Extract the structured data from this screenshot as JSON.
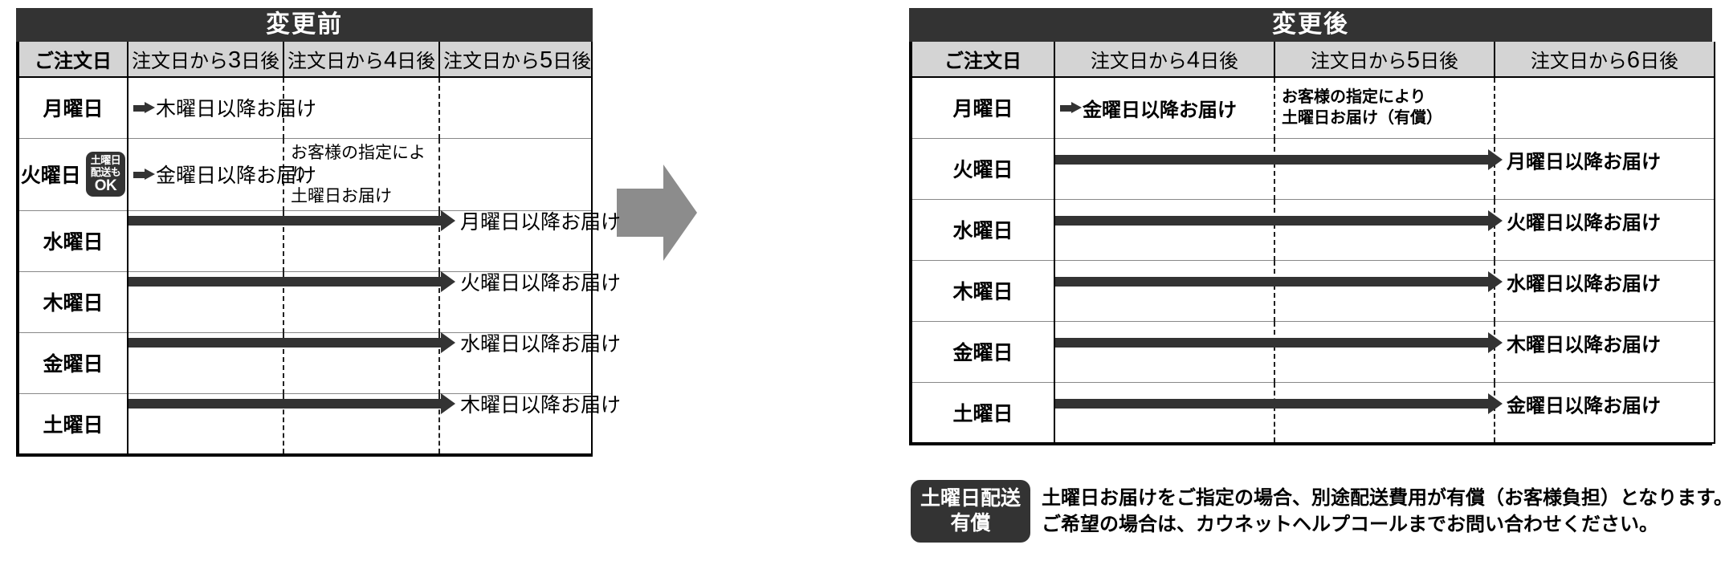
{
  "before": {
    "title": "変更前",
    "columns": [
      "ご注文日",
      "注文日から3日後",
      "注文日から4日後",
      "注文日から5日後"
    ],
    "col_prefix": "注文日から",
    "col_suffix": "日後",
    "col_nums": [
      "3",
      "4",
      "5"
    ],
    "rows": [
      {
        "day": "月曜日",
        "badge": null,
        "d3_arrow": true,
        "d3_text": "木曜日以降お届け",
        "d4_text": "",
        "d5_text": "",
        "span_arrow": false,
        "span_label": ""
      },
      {
        "day": "火曜日",
        "badge": {
          "line1": "土曜日",
          "line2": "配送も",
          "line3": "OK"
        },
        "d3_arrow": true,
        "d3_text": "金曜日以降お届け",
        "d4_text": "お客様の指定により\n土曜日お届け",
        "d5_text": "",
        "span_arrow": false,
        "span_label": ""
      },
      {
        "day": "水曜日",
        "badge": null,
        "d3_arrow": false,
        "d3_text": "",
        "d4_text": "",
        "d5_text": "",
        "span_arrow": true,
        "span_label": "月曜日以降お届け"
      },
      {
        "day": "木曜日",
        "badge": null,
        "d3_arrow": false,
        "d3_text": "",
        "d4_text": "",
        "d5_text": "",
        "span_arrow": true,
        "span_label": "火曜日以降お届け"
      },
      {
        "day": "金曜日",
        "badge": null,
        "d3_arrow": false,
        "d3_text": "",
        "d4_text": "",
        "d5_text": "",
        "span_arrow": true,
        "span_label": "水曜日以降お届け"
      },
      {
        "day": "土曜日",
        "badge": null,
        "d3_arrow": false,
        "d3_text": "",
        "d4_text": "",
        "d5_text": "",
        "span_arrow": true,
        "span_label": "木曜日以降お届け"
      }
    ]
  },
  "after": {
    "title": "変更後",
    "columns": [
      "ご注文日",
      "注文日から4日後",
      "注文日から5日後",
      "注文日から6日後"
    ],
    "col_prefix": "注文日から",
    "col_suffix": "日後",
    "col_nums": [
      "4",
      "5",
      "6"
    ],
    "rows": [
      {
        "day": "月曜日",
        "d4_arrow": true,
        "d4_text": "金曜日以降お届け",
        "d5_text": "お客様の指定により\n土曜日お届け（有償）",
        "d6_text": "",
        "span_arrow": false,
        "span_label": ""
      },
      {
        "day": "火曜日",
        "d4_arrow": false,
        "d4_text": "",
        "d5_text": "",
        "d6_text": "",
        "span_arrow": true,
        "span_label": "月曜日以降お届け"
      },
      {
        "day": "水曜日",
        "d4_arrow": false,
        "d4_text": "",
        "d5_text": "",
        "d6_text": "",
        "span_arrow": true,
        "span_label": "火曜日以降お届け"
      },
      {
        "day": "木曜日",
        "d4_arrow": false,
        "d4_text": "",
        "d5_text": "",
        "d6_text": "",
        "span_arrow": true,
        "span_label": "水曜日以降お届け"
      },
      {
        "day": "金曜日",
        "d4_arrow": false,
        "d4_text": "",
        "d5_text": "",
        "d6_text": "",
        "span_arrow": true,
        "span_label": "木曜日以降お届け"
      },
      {
        "day": "土曜日",
        "d4_arrow": false,
        "d4_text": "",
        "d5_text": "",
        "d6_text": "",
        "span_arrow": true,
        "span_label": "金曜日以降お届け"
      }
    ]
  },
  "footer": {
    "badge_line1": "土曜日配送",
    "badge_line2": "有償",
    "text_line1": "土曜日お届けをご指定の場合、別途配送費用が有償（お客様負担）となります。",
    "text_line2": "ご希望の場合は、カウネットヘルプコールまでお問い合わせください。"
  },
  "colors": {
    "header_bar": "#333333",
    "column_head": "#d4d4d4",
    "arrow": "#333333",
    "big_arrow": "#8c8c8c",
    "border": "#000000",
    "text": "#000000"
  },
  "transition_arrow": "right-arrow-icon"
}
